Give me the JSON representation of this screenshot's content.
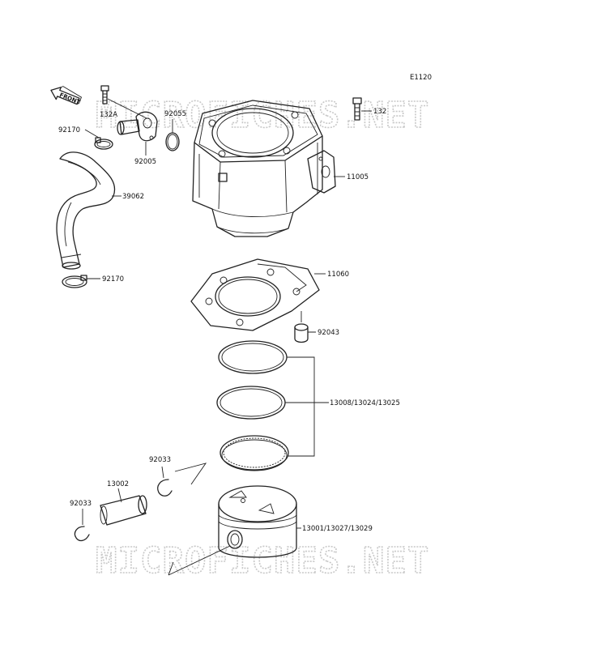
{
  "diagram_code": "E1120",
  "watermark": "MICROFICHES.NET",
  "front_label": "FRONT",
  "parts": {
    "p132A": "132A",
    "p92055": "92055",
    "p132": "132",
    "p92170a": "92170",
    "p92005": "92005",
    "p11005": "11005",
    "p39062": "39062",
    "p92170b": "92170",
    "p11060": "11060",
    "p92043": "92043",
    "p13008": "13008/13024/13025",
    "p92033a": "92033",
    "p13002": "13002",
    "p92033b": "92033",
    "p13001": "13001/13027/13029"
  }
}
